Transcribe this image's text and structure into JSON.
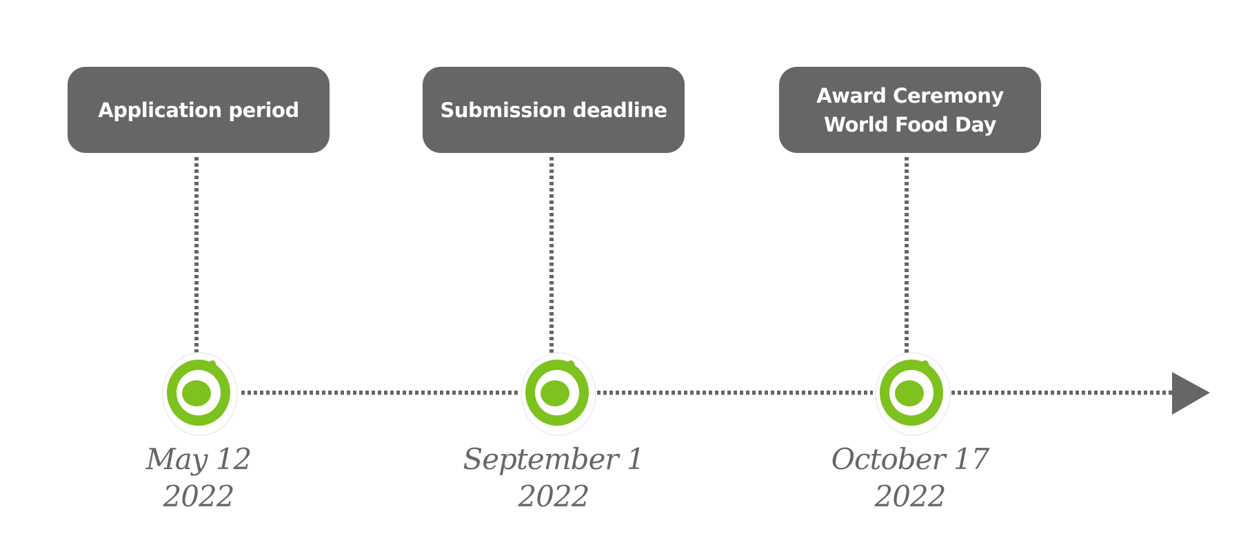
{
  "colors": {
    "box_fill": "#666666",
    "box_text": "#ffffff",
    "line": "#666666",
    "marker_green": "#7dc21e",
    "date_text": "#666666",
    "background": "#ffffff"
  },
  "timeline": {
    "events": [
      {
        "label_line1": "Application period",
        "label_line2": "",
        "date_line1": "May 12",
        "date_line2": "2022",
        "marker_icon": "green-ring-marker-icon"
      },
      {
        "label_line1": "Submission deadline",
        "label_line2": "",
        "date_line1": "September 1",
        "date_line2": "2022",
        "marker_icon": "green-ring-marker-icon"
      },
      {
        "label_line1": "Award Ceremony",
        "label_line2": "World Food Day",
        "date_line1": "October 17",
        "date_line2": "2022",
        "marker_icon": "green-ring-marker-icon"
      }
    ],
    "arrow_icon": "arrow-head-icon"
  }
}
